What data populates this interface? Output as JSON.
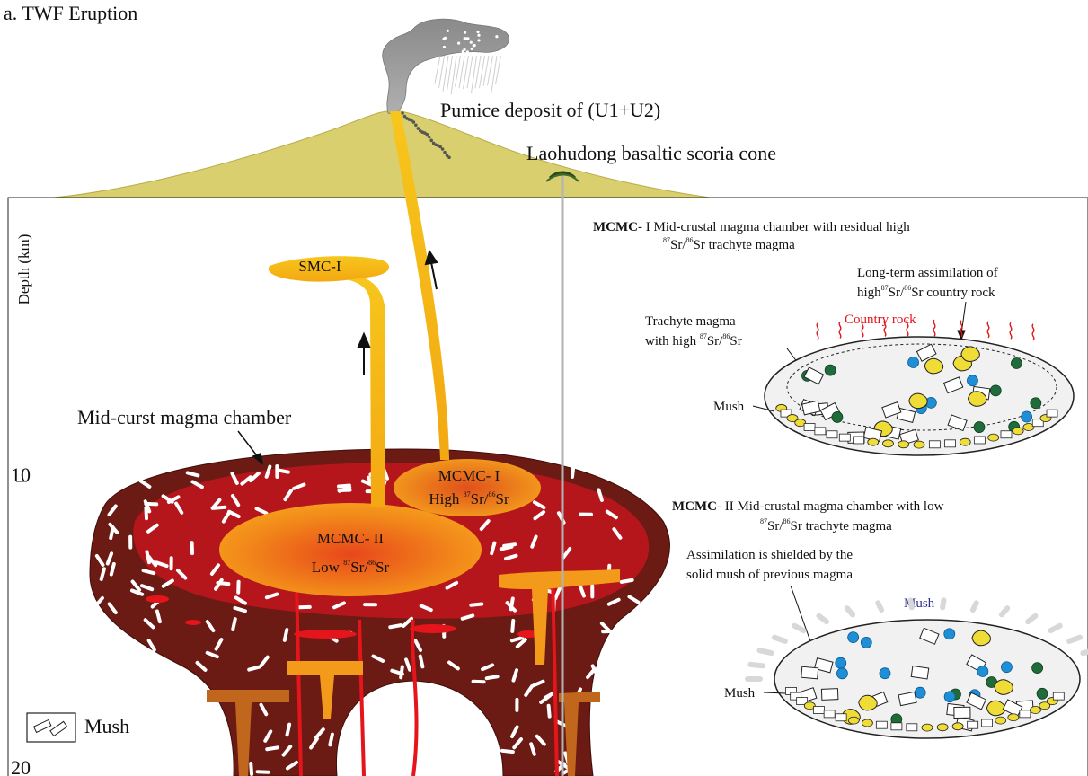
{
  "title": "a. TWF Eruption",
  "surface": {
    "pumice_label": "Pumice deposit of (U1+U2)",
    "cone_label": "Laohudong  basaltic  scoria cone"
  },
  "depth_axis": {
    "label": "Depth (km)",
    "ticks": [
      "10",
      "20"
    ]
  },
  "chambers": {
    "smc": "SMC-I",
    "mid_crust_label": "Mid-curst magma chamber",
    "mcmc1": {
      "name": "MCMC- I",
      "line2_pre": "High ",
      "sup1": "87",
      "mid": "Sr/",
      "sup2": "86",
      "post": "Sr"
    },
    "mcmc2": {
      "name": "MCMC- II",
      "line2_pre": "Low ",
      "sup1": "87",
      "mid": "Sr/",
      "sup2": "86",
      "post": "Sr"
    }
  },
  "panel1": {
    "heading_bold": "MCMC",
    "heading_rest": "- I  Mid-crustal magma chamber with residual high",
    "heading_line2_sup1": "87",
    "heading_line2_mid": "Sr/",
    "heading_line2_sup2": "86",
    "heading_line2_post": "Sr trachyte magma",
    "assim_line1": "Long-term assimilation of",
    "assim_line2_pre": "high",
    "assim_line2_sup1": "87",
    "assim_line2_mid": "Sr/",
    "assim_line2_sup2": "86",
    "assim_line2_post": "Sr country rock",
    "country_rock": "Country rock",
    "trachyte_line1": "Trachyte magma",
    "trachyte_line2_pre": "with high ",
    "trachyte_line2_sup1": "87",
    "trachyte_line2_mid": "Sr/",
    "trachyte_line2_sup2": "86",
    "trachyte_line2_post": "Sr",
    "mush": "Mush"
  },
  "panel2": {
    "heading_bold": "MCMC",
    "heading_rest": "- II  Mid-crustal magma chamber with low",
    "heading_line2_sup1": "87",
    "heading_line2_mid": "Sr/",
    "heading_line2_sup2": "86",
    "heading_line2_post": "Sr trachyte magma",
    "shield_line1": "Assimilation is shielded by the",
    "shield_line2": "solid mush of previous magma",
    "mush_top": "Mush",
    "mush": "Mush"
  },
  "legend": {
    "mush": "Mush"
  },
  "colors": {
    "volcano": "#d9cf6e",
    "magma_dark": "#6b1a14",
    "magma_red": "#b5161c",
    "conduit": "#f5b60a",
    "chamber_orange": "#f28a1a",
    "country_rock_text": "#e0151b",
    "mush_top_text": "#2b2f8f"
  }
}
